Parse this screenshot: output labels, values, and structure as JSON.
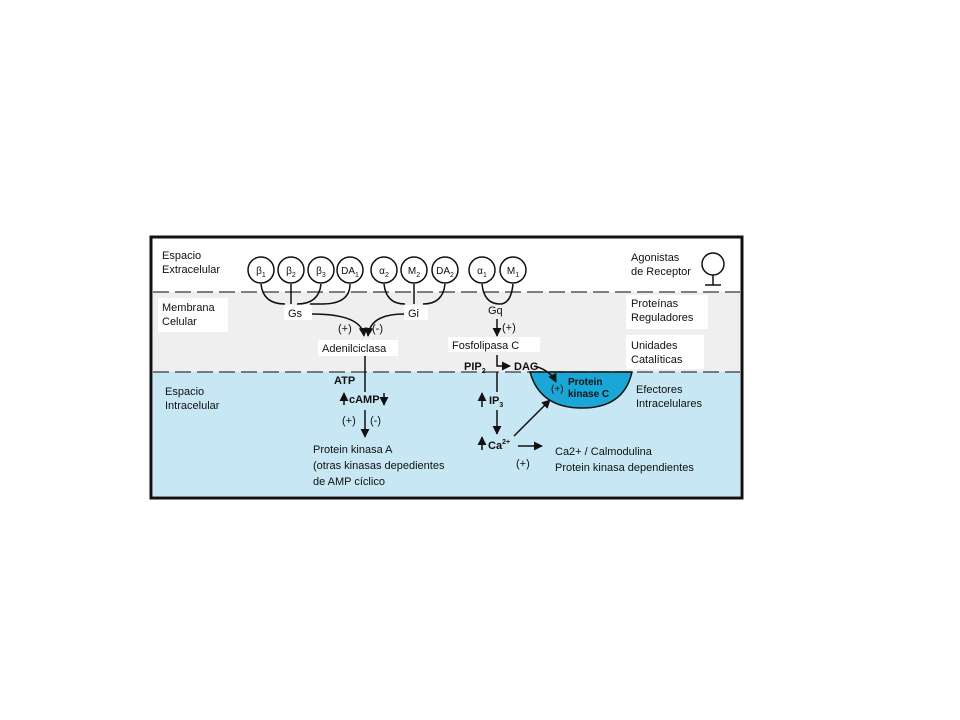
{
  "zones": {
    "extracellular": "Espacio\nExtracelular",
    "membrane": "Membrana\nCelular",
    "intracellular": "Espacio\nIntracelular"
  },
  "right_labels": {
    "agonists": "Agonistas\nde Receptor",
    "regulators": "Proteínas\nReguladores",
    "catalytic": "Unidades\nCatalíticas",
    "effectors": "Efectores\nIntracelulares"
  },
  "receptors": [
    {
      "base": "β",
      "sub": "1"
    },
    {
      "base": "β",
      "sub": "2"
    },
    {
      "base": "β",
      "sub": "3"
    },
    {
      "base": "DA",
      "sub": "1"
    },
    {
      "base": "α",
      "sub": "2"
    },
    {
      "base": "M",
      "sub": "2"
    },
    {
      "base": "DA",
      "sub": "2"
    },
    {
      "base": "α",
      "sub": "1"
    },
    {
      "base": "M",
      "sub": "1"
    }
  ],
  "g_proteins": {
    "gs": "Gs",
    "gi": "Gi",
    "gq": "Gq"
  },
  "signs": {
    "plus": "(+)",
    "minus": "(-)"
  },
  "enzymes": {
    "adenylyl": "Adenilciclasa",
    "plc": "Fosfolipasa C",
    "pkc": "Protein\nkinase C"
  },
  "molecules": {
    "atp": "ATP",
    "camp": "cAMP",
    "pip2": {
      "base": "PIP",
      "sub": "2"
    },
    "dag": "DAG",
    "ip3": {
      "base": "IP",
      "sub": "3"
    },
    "ca": {
      "base": "Ca",
      "sup": "2+"
    }
  },
  "outputs": {
    "pka": "Protein kinasa A\n(otras kinasas depedientes\nde AMP cíclico",
    "calmodulin": "Ca2+ / Calmodulina\nProtein kinasa dependientes"
  },
  "colors": {
    "extracellular": "#ffffff",
    "membrane": "#efefef",
    "intracellular": "#c6e7f3",
    "pkc_fill": "#1aa7d8",
    "border": "#111111"
  }
}
